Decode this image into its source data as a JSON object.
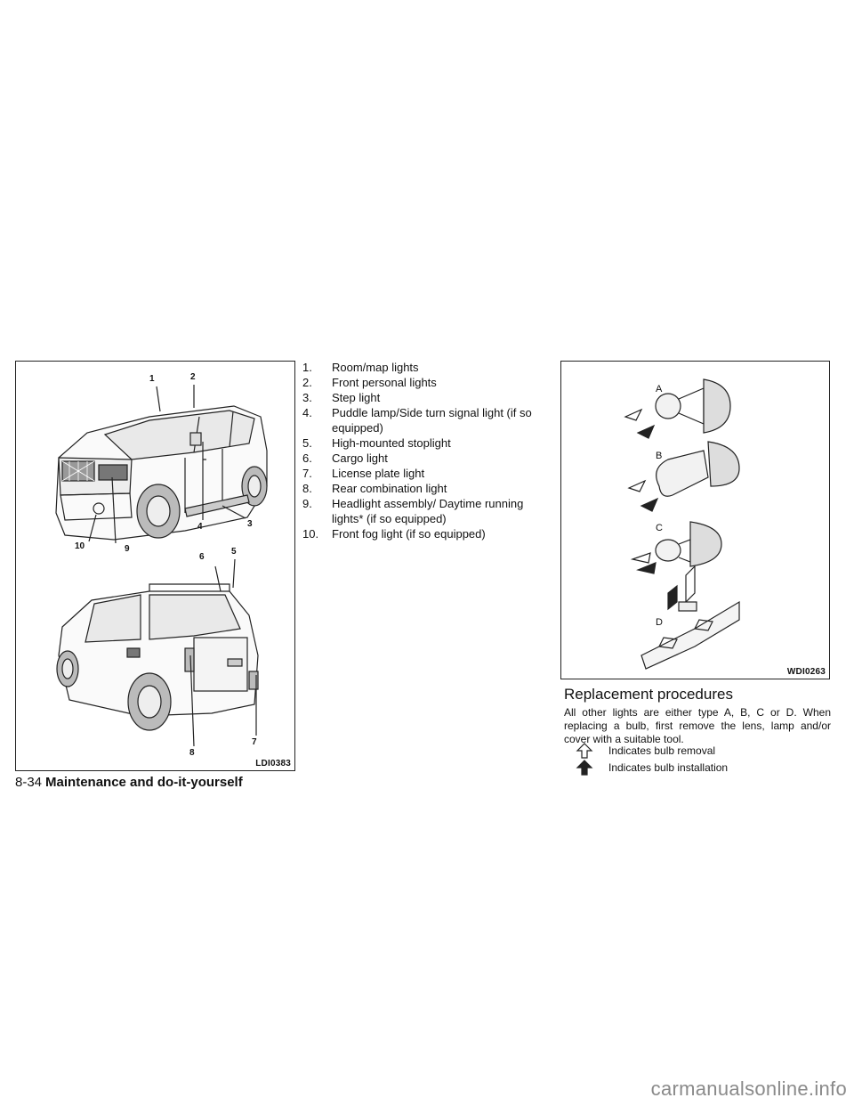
{
  "figure_vehicle": {
    "code": "LDI0383",
    "callouts": [
      "1",
      "2",
      "3",
      "4",
      "5",
      "6",
      "7",
      "8",
      "9",
      "10"
    ]
  },
  "light_list": [
    {
      "num": "1.",
      "label": "Room/map lights"
    },
    {
      "num": "2.",
      "label": "Front personal lights"
    },
    {
      "num": "3.",
      "label": "Step light"
    },
    {
      "num": "4.",
      "label": "Puddle lamp/Side turn signal light (if so equipped)"
    },
    {
      "num": "5.",
      "label": "High-mounted stoplight"
    },
    {
      "num": "6.",
      "label": "Cargo light"
    },
    {
      "num": "7.",
      "label": "License plate light"
    },
    {
      "num": "8.",
      "label": "Rear combination light"
    },
    {
      "num": "9.",
      "label": "Headlight assembly/ Daytime running lights* (if so equipped)"
    },
    {
      "num": "10.",
      "label": "Front fog light (if so equipped)"
    }
  ],
  "figure_bulbs": {
    "code": "WDI0263",
    "types": [
      "A",
      "B",
      "C",
      "D"
    ]
  },
  "replacement": {
    "heading": "Replacement procedures",
    "body": "All other lights are either type A, B, C or D. When replacing a bulb, first remove the lens, lamp and/or cover with a suitable tool.",
    "legend_removal": "Indicates bulb removal",
    "legend_installation": "Indicates bulb installation"
  },
  "footer": {
    "page": "8-34",
    "section": "Maintenance and do-it-yourself"
  },
  "watermark": "carmanualsonline.info"
}
